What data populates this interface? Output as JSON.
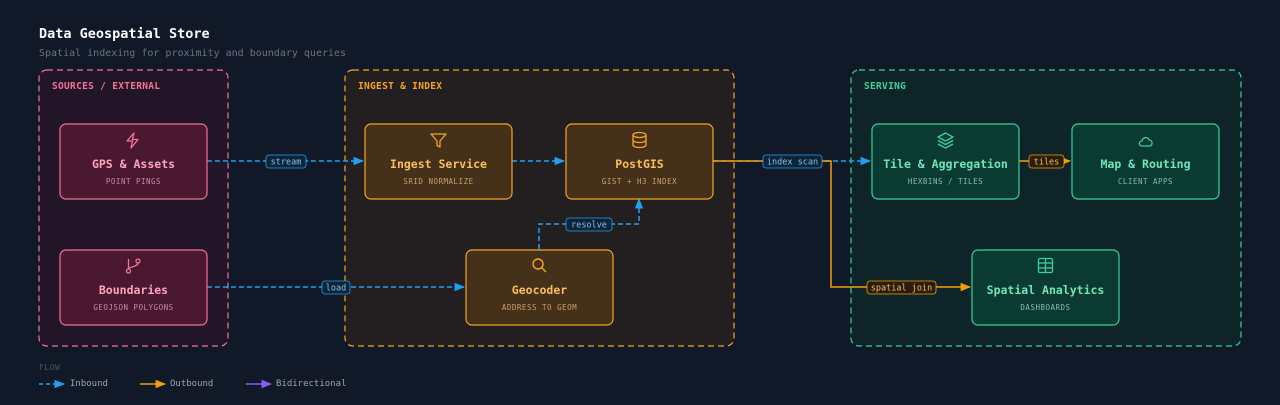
{
  "header": {
    "title": "Data Geospatial Store",
    "subtitle": "Spatial indexing for proximity and boundary queries"
  },
  "groups": {
    "sources": {
      "label": "SOURCES / EXTERNAL",
      "color": "#f47295"
    },
    "ingest": {
      "label": "INGEST & INDEX",
      "color": "#f5a524"
    },
    "serving": {
      "label": "SERVING",
      "color": "#34d399"
    }
  },
  "nodes": {
    "gps": {
      "title": "GPS & Assets",
      "sub": "POINT PINGS",
      "icon": "bolt-icon"
    },
    "boundaries": {
      "title": "Boundaries",
      "sub": "GEOJSON POLYGONS",
      "icon": "git-branch-icon"
    },
    "ingest": {
      "title": "Ingest Service",
      "sub": "SRID NORMALIZE",
      "icon": "filter-icon"
    },
    "postgis": {
      "title": "PostGIS",
      "sub": "GIST + H3 INDEX",
      "icon": "database-icon"
    },
    "geocoder": {
      "title": "Geocoder",
      "sub": "ADDRESS TO GEOM",
      "icon": "search-icon"
    },
    "tile": {
      "title": "Tile & Aggregation",
      "sub": "HEXBINS / TILES",
      "icon": "layers-icon"
    },
    "map": {
      "title": "Map & Routing",
      "sub": "CLIENT APPS",
      "icon": "cloud-icon"
    },
    "analytics": {
      "title": "Spatial Analytics",
      "sub": "DASHBOARDS",
      "icon": "table-icon"
    }
  },
  "edges": {
    "stream": "stream",
    "load": "load",
    "resolve": "resolve",
    "index_scan": "index scan",
    "tiles": "tiles",
    "spatial_join": "spatial join"
  },
  "legend": {
    "title": "FLOW",
    "inbound": "Inbound",
    "outbound": "Outbound",
    "bidirectional": "Bidirectional"
  },
  "colors": {
    "inbound": "#1ea1f2",
    "outbound": "#f59e0b",
    "bidirectional": "#8b5cf6",
    "background": "#111827"
  }
}
